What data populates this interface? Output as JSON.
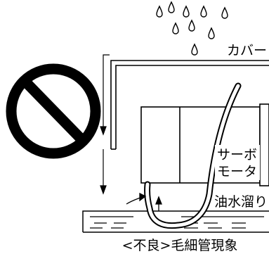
{
  "labels": {
    "cover": "カバー",
    "servo_line1": "サーボ",
    "servo_line2": "モータ",
    "oil_water": "油水溜り",
    "caption": "<不良>毛細管現象"
  },
  "icons": {
    "prohibition": "prohibition-icon",
    "droplet": "water-droplet-icon"
  },
  "colors": {
    "line": "#000000",
    "background": "#ffffff"
  }
}
